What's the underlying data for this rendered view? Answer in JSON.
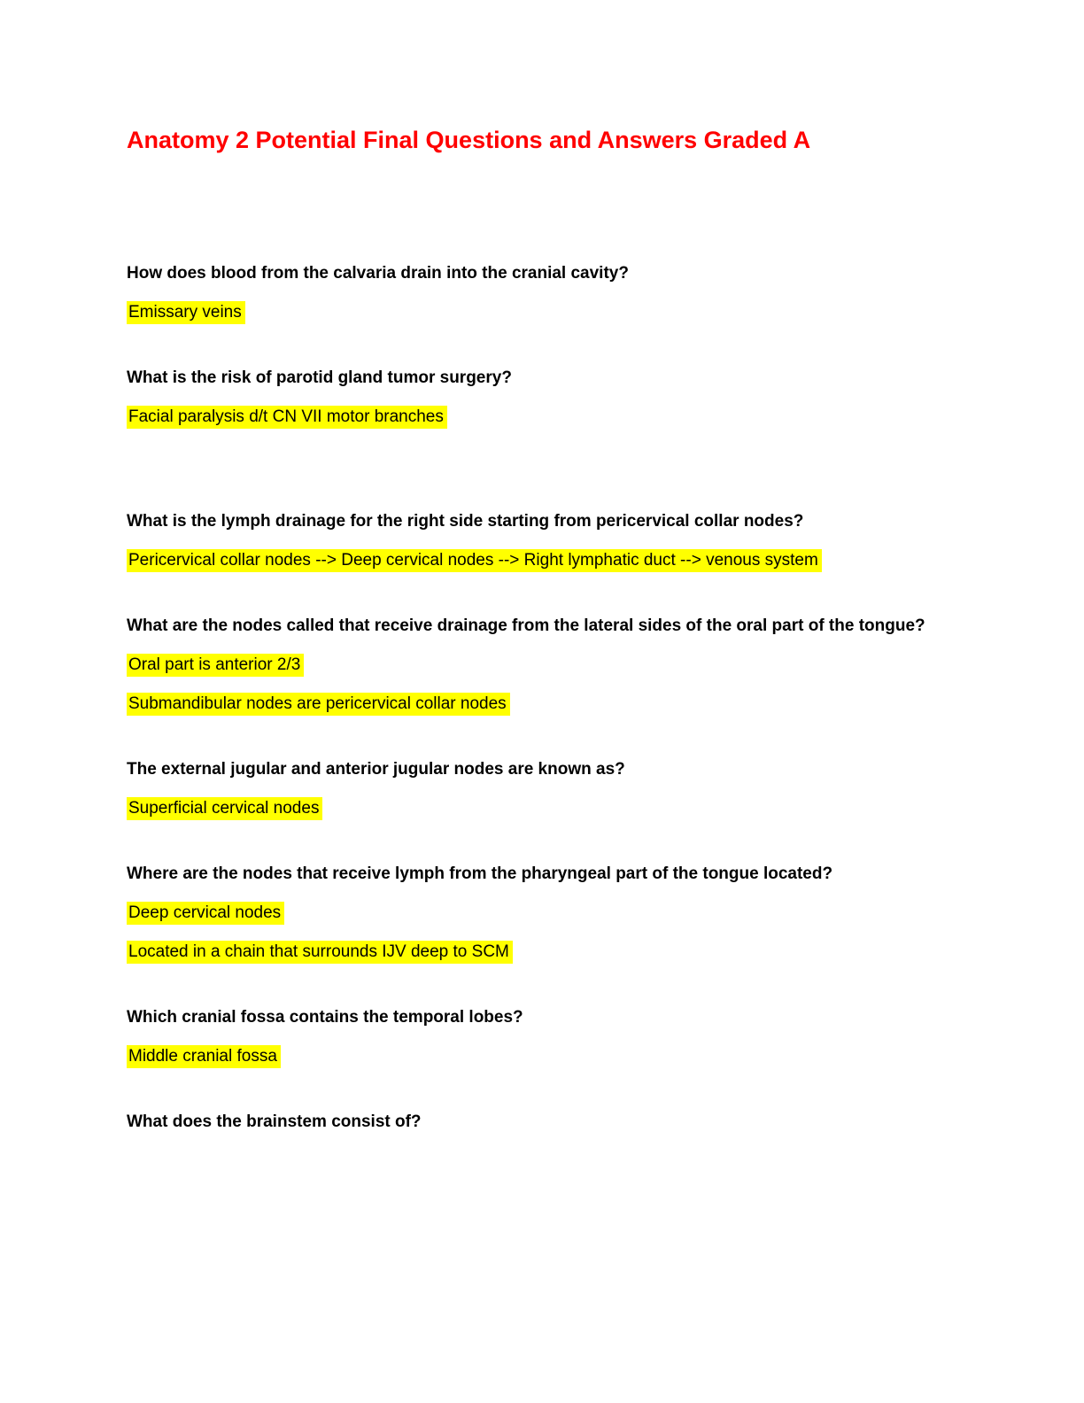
{
  "page": {
    "title": "Anatomy 2 Potential Final Questions and Answers Graded A",
    "title_color": "#ff0000",
    "highlight_color": "#ffff00",
    "text_color": "#000000",
    "background_color": "#ffffff"
  },
  "qa": [
    {
      "question": "How does blood from the calvaria drain into the cranial cavity?",
      "answers": [
        "Emissary veins"
      ]
    },
    {
      "question": "What is the risk of parotid gland tumor surgery?",
      "answers": [
        "Facial paralysis d/t CN VII motor branches"
      ]
    },
    {
      "question": "What is the lymph drainage for the right side starting from pericervical collar nodes?",
      "answers": [
        "Pericervical collar nodes --> Deep cervical nodes --> Right lymphatic duct --> venous system"
      ]
    },
    {
      "question": "What are the nodes called that receive drainage from the lateral sides of the oral part of the tongue?",
      "answers": [
        "Oral part is anterior 2/3",
        "Submandibular nodes are pericervical collar nodes"
      ]
    },
    {
      "question": "The external jugular and anterior jugular nodes are known as?",
      "answers": [
        "Superficial cervical nodes"
      ]
    },
    {
      "question": "Where are the nodes that receive lymph from the pharyngeal part of the tongue located?",
      "answers": [
        "Deep cervical nodes",
        "Located in a chain that surrounds IJV deep to SCM"
      ]
    },
    {
      "question": "Which cranial fossa contains the temporal lobes?",
      "answers": [
        "Middle cranial fossa"
      ]
    },
    {
      "question": "What does the brainstem consist of?",
      "answers": []
    }
  ]
}
